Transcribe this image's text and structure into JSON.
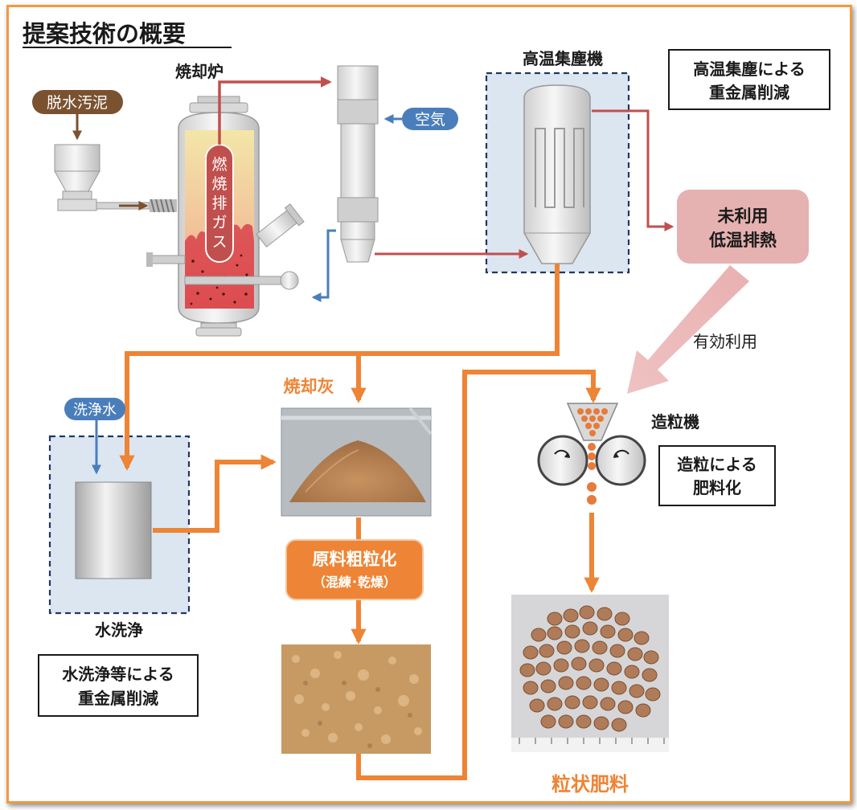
{
  "title": "提案技術の概要",
  "labels": {
    "incinerator": "焼却炉",
    "dewatered_sludge": "脱水汚泥",
    "air": "空気",
    "hot_collector": "高温集塵機",
    "hot_collector_note_1": "高温集塵による",
    "hot_collector_note_2": "重金属削減",
    "unused_heat_1": "未利用",
    "unused_heat_2": "低温排熱",
    "effective_use": "有効利用",
    "ash": "焼却灰",
    "wash_water": "洗浄水",
    "water_washing": "水洗浄",
    "wash_note_1": "水洗浄等による",
    "wash_note_2": "重金属削減",
    "coarse_1": "原料粗粒化",
    "coarse_2": "（混練･乾燥）",
    "granulator": "造粒機",
    "gran_note_1": "造粒による",
    "gran_note_2": "肥料化",
    "fertilizer": "粒状肥料",
    "gas": [
      "燃",
      "焼",
      "排",
      "ガ",
      "ス"
    ]
  },
  "colors": {
    "orange": "#ee8435",
    "red": "#c0504d",
    "blue": "#4a7ebb",
    "brown": "#7a5230",
    "pink": "#e6b1b1"
  }
}
